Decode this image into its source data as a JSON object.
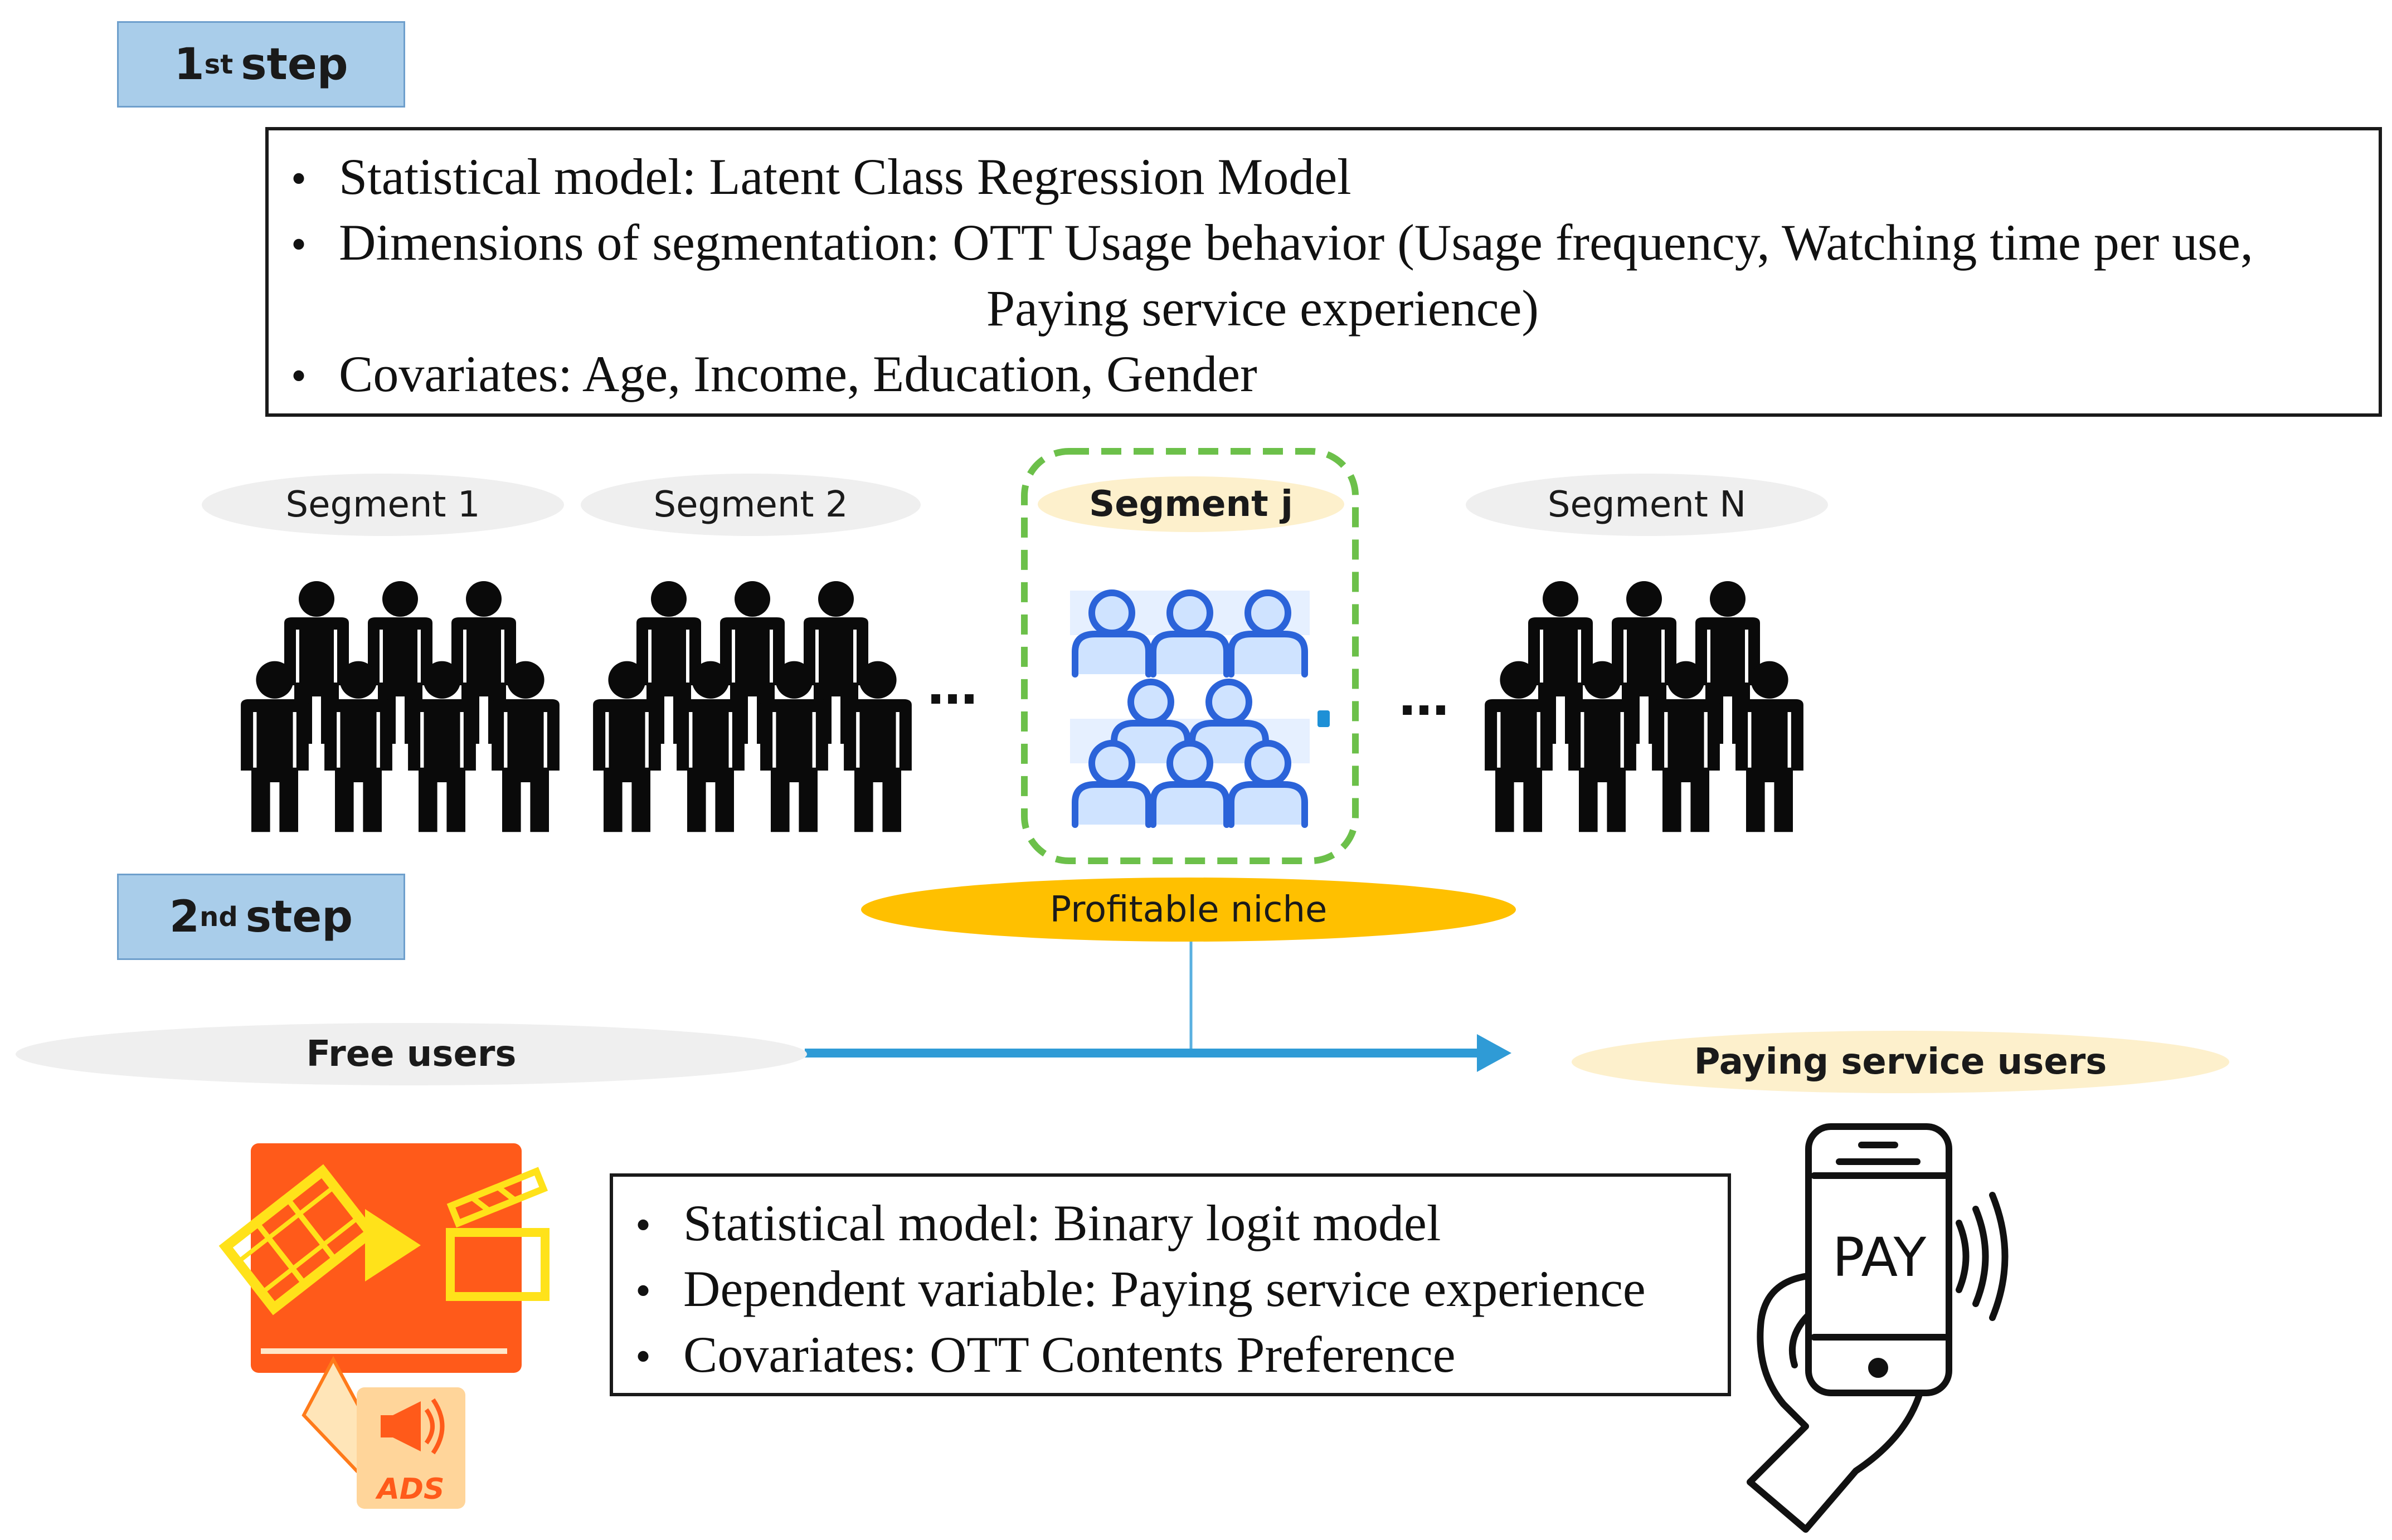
{
  "step1": {
    "label": "step",
    "ordinal_num": "1",
    "ordinal_suffix": "st",
    "lines": [
      "Statistical  model:  Latent  Class  Regression  Model",
      "Dimensions  of  segmentation:  OTT  Usage  behavior  (Usage  frequency,  Watching  time  per  use,",
      "Paying  service  experience)",
      "Covariates:  Age,  Income,  Education,  Gender"
    ]
  },
  "segments": {
    "seg1": "Segment  1",
    "seg2": "Segment  2",
    "segj": "Segment  j",
    "segN": "Segment  N",
    "ellipsis": "…"
  },
  "niche": "Profitable  niche",
  "step2": {
    "label": "step",
    "ordinal_num": "2",
    "ordinal_suffix": "nd",
    "lines": [
      "Statistical  model:  Binary  logit  model",
      "Dependent  variable:  Paying  service  experience",
      "Covariates:  OTT  Contents  Preference"
    ]
  },
  "free_users": "Free  users",
  "paying_users": "Paying  service  users",
  "ads_label": "ADS",
  "pay_label": "PAY",
  "colors": {
    "step_fill": "#a9cdea",
    "niche": "#ffc000",
    "highlight_label": "#fdf0cc",
    "green_dash": "#6cc04a",
    "arrow": "#2f9bd6",
    "people_blue": "#2b63d9",
    "ads_orange": "#ff5a1a"
  }
}
